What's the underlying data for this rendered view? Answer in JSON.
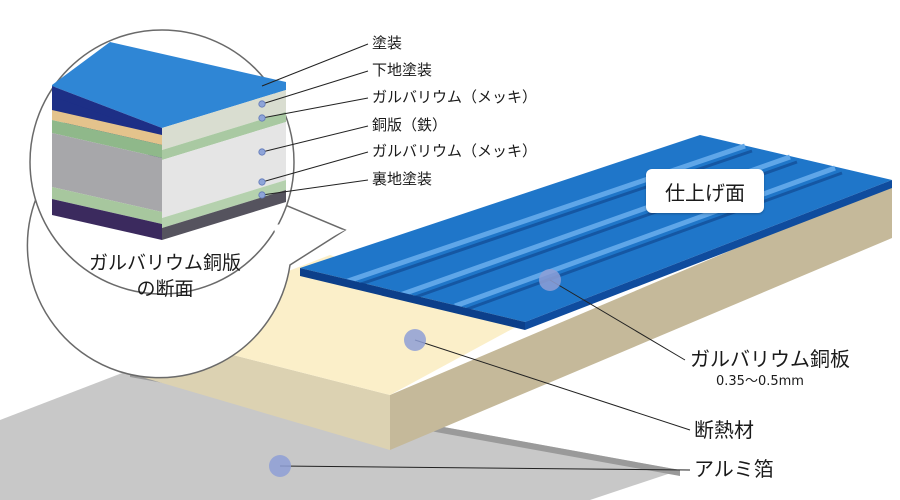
{
  "colors": {
    "roof_blue": "#1a6fc2",
    "roof_dark": "#0c3f8a",
    "insulation_top": "#fbefc9",
    "insulation_side": "#d9cfad",
    "foil": "#c6c6c6",
    "marker": "#8e9fd6"
  },
  "layers": [
    {
      "label": "塗装"
    },
    {
      "label": "下地塗装"
    },
    {
      "label": "ガルバリウム（メッキ）"
    },
    {
      "label": "銅版（鉄）"
    },
    {
      "label": "ガルバリウム（メッキ）"
    },
    {
      "label": "裏地塗装"
    }
  ],
  "section_title_line1": "ガルバリウム銅版",
  "section_title_line2": "の断面",
  "finish_label": "仕上げ面",
  "steel_label": "ガルバリウム銅板",
  "thickness_label": "0.35〜0.5mm",
  "insulation_label": "断熱材",
  "foil_label": "アルミ箔"
}
